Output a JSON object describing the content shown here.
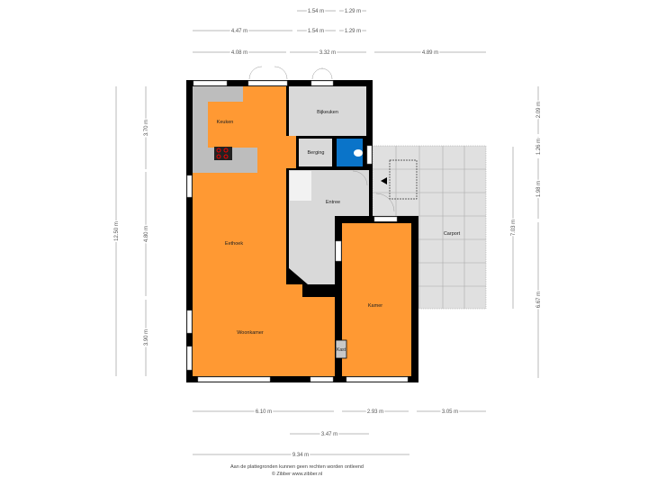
{
  "colors": {
    "living": "#ff9933",
    "service": "#d9d9d9",
    "toilet": "#0a74c9",
    "wall": "#000000",
    "carport": "#e0e0e0"
  },
  "rooms": {
    "keuken": "Keuken",
    "bijkeuken": "Bijkeuken",
    "berging": "Berging",
    "entree": "Entree",
    "eethoek": "Eethoek",
    "carport": "Carport",
    "kamer": "Kamer",
    "woonkamer": "Woonkamer",
    "kast": "Kast"
  },
  "dimensions": {
    "top1": [
      "1.54 m",
      "1.29 m"
    ],
    "top2": [
      "4.47 m",
      "1.54 m",
      "1.29 m"
    ],
    "top3": [
      "4.08 m",
      "3.32 m",
      "4.89 m"
    ],
    "bottom1": [
      "6.10 m",
      "2.93 m",
      "3.05 m"
    ],
    "bottom2": "3.47 m",
    "bottom3": "9.34 m",
    "left_outer": "12.50 m",
    "left_inner": [
      "3.70 m",
      "4.80 m",
      "3.90 m"
    ],
    "right_inner": "7.03 m",
    "right_outer": [
      "2.09 m",
      "1.26 m",
      "1.98 m",
      "6.67 m"
    ]
  },
  "footer": {
    "line1": "Aan de plattegronden kunnen geen rechten worden ontleend",
    "line2": "© Zibber www.zibber.nl"
  }
}
